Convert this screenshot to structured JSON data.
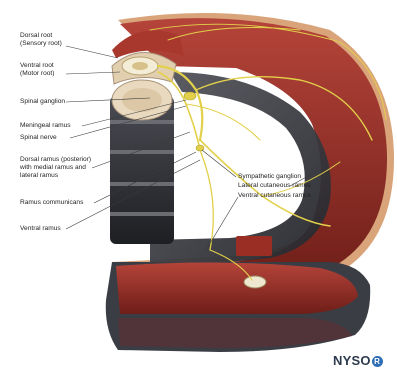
{
  "labels": {
    "dorsal_root": "Dorsal root\n(Sensory root)",
    "ventral_root": "Ventral root\n(Motor root)",
    "spinal_ganglion": "Spinal ganglion",
    "meningeal_ramus": "Meningeal ramus",
    "spinal_nerve": "Spinal nerve",
    "dorsal_ramus": "Dorsal ramus (posterior)\nwith medial ramus and\nlateral ramus",
    "ramus_communicans": "Ramus communicans",
    "ventral_ramus": "Ventral ramus",
    "sympathetic_ganglion": "Sympathetic ganglion",
    "lateral_cutaneous_ramus": "Lateral cutaneous ramus",
    "ventral_cutaneous_ramus": "Ventral cutaneous ramus"
  },
  "brand": {
    "name": "NYSO",
    "mark": "R"
  },
  "colors": {
    "muscle": "#8e2a22",
    "muscle_light": "#b5443a",
    "nerve": "#e3d04a",
    "bone": "#e9d9bf",
    "fascia": "#3e4048",
    "skin": "#d6a27a",
    "brand": "#2e3b4e"
  }
}
